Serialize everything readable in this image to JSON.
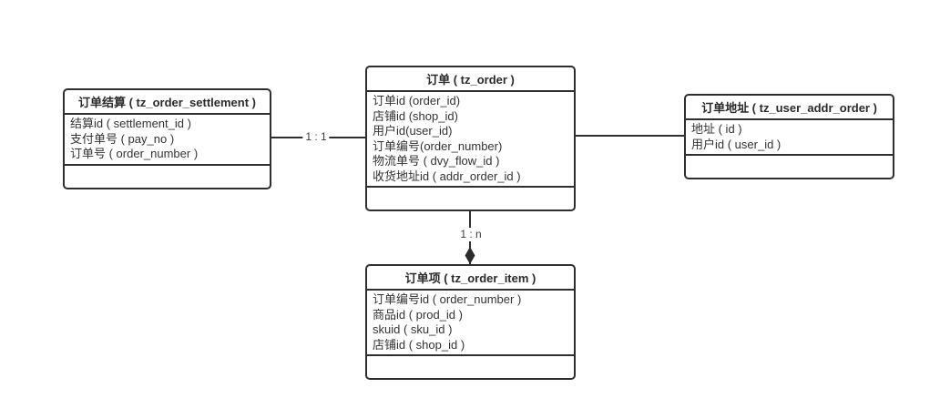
{
  "diagram": {
    "entities": {
      "settlement": {
        "title": "订单结算 ( tz_order_settlement )",
        "fields": [
          "结算id ( settlement_id )",
          "支付单号 ( pay_no )",
          "订单号 ( order_number )"
        ]
      },
      "order": {
        "title": "订单 ( tz_order )",
        "fields": [
          "订单id (order_id)",
          "店铺id (shop_id)",
          "用户id(user_id)",
          "订单编号(order_number)",
          "物流单号 ( dvy_flow_id )",
          "收货地址id ( addr_order_id )"
        ]
      },
      "address": {
        "title": "订单地址 ( tz_user_addr_order )",
        "fields": [
          "地址 ( id )",
          "用户id ( user_id )"
        ]
      },
      "item": {
        "title": "订单项 ( tz_order_item )",
        "fields": [
          "订单编号id ( order_number )",
          "商品id ( prod_id )",
          "skuid ( sku_id )",
          "店铺id ( shop_id )"
        ]
      }
    },
    "relations": {
      "settlement_order": {
        "label": "1 : 1"
      },
      "order_item": {
        "label": "1 : n"
      }
    },
    "colors": {
      "line": "#2f2f2f",
      "text": "#333333",
      "background": "#ffffff"
    }
  }
}
